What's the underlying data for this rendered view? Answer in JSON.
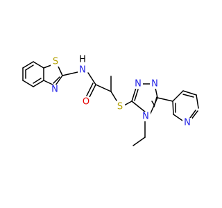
{
  "colors": {
    "background": "#ffffff",
    "bond": "#000000",
    "S": "#b3a000",
    "N": "#1f1fe6",
    "O": "#e60000",
    "C": "#000000"
  },
  "atoms": {
    "S1": "S",
    "N1": "N",
    "NH": "N",
    "H": "H",
    "O": "O",
    "S2": "S",
    "Na": "N",
    "Nb": "N",
    "N4": "N",
    "Npy": "N"
  }
}
